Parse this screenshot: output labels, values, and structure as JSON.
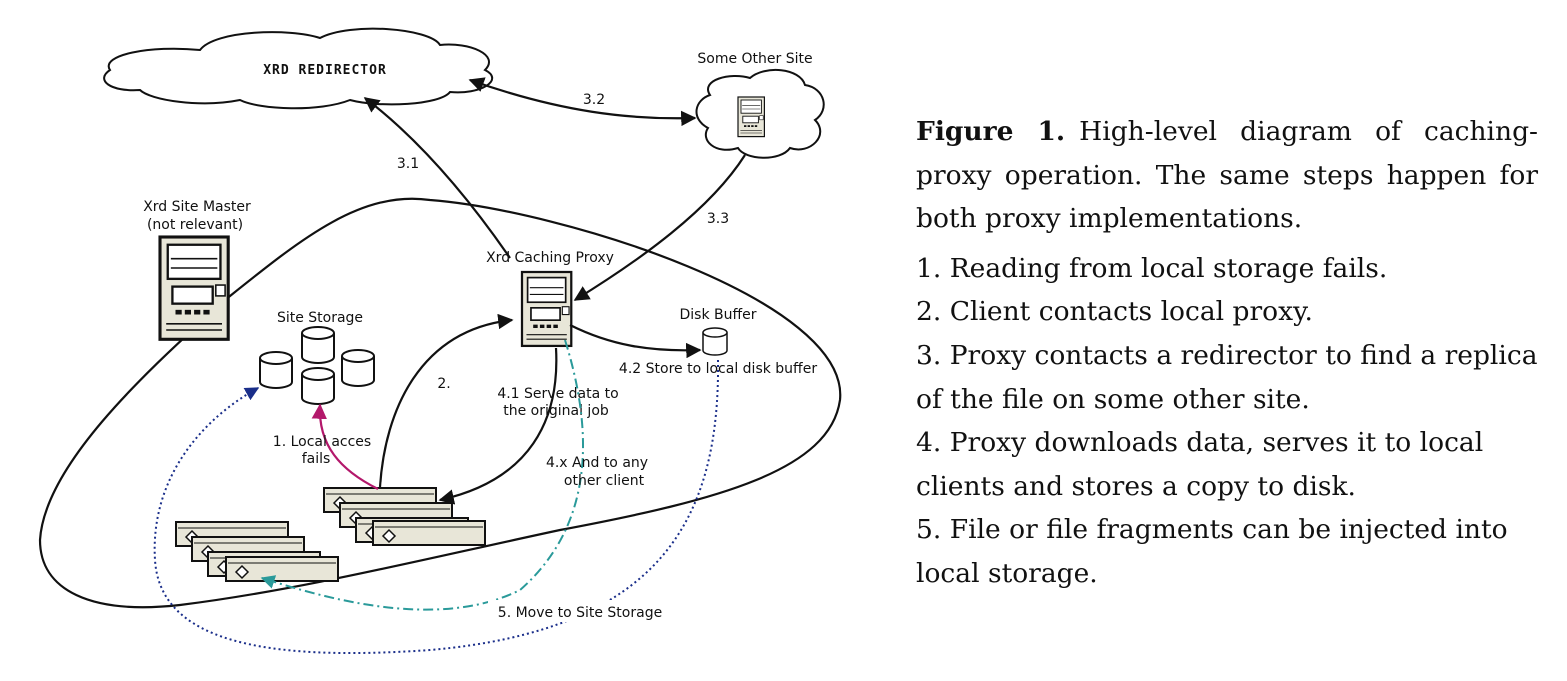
{
  "diagram": {
    "cloud_label": "XRD REDIRECTOR",
    "other_site": "Some Other Site",
    "site_master_line1": "Xrd Site Master",
    "site_master_line2": "(not relevant)",
    "caching_proxy": "Xrd Caching Proxy",
    "site_storage": "Site Storage",
    "disk_buffer": "Disk Buffer",
    "step_3_1": "3.1",
    "step_3_2": "3.2",
    "step_3_3": "3.3",
    "step_2": "2.",
    "step_1_line1": "1. Local acces",
    "step_1_line2": "fails",
    "step_4_1_line1": "4.1 Serve data to",
    "step_4_1_line2": "the original job",
    "step_4_2": "4.2 Store to local disk buffer",
    "step_4_x_line1": "4.x And to any",
    "step_4_x_line2": "other client",
    "step_5": "5. Move to Site Storage"
  },
  "caption": {
    "figure_label": "Figure 1.",
    "figure_text": "High-level diagram of caching-proxy operation. The same steps happen for both proxy implementations.",
    "items": [
      "1. Reading from local storage fails.",
      "2. Client contacts local proxy.",
      "3. Proxy contacts a redirector to find a replica of the file on some other site.",
      "4. Proxy downloads data, serves it to local clients and stores a copy to disk.",
      "5. File or file fragments can be injected into local storage."
    ]
  },
  "colors": {
    "magenta": "#b3186b",
    "teal": "#2a9a9a",
    "navy": "#1a2e8a",
    "box_fill": "#e8e6d8"
  }
}
